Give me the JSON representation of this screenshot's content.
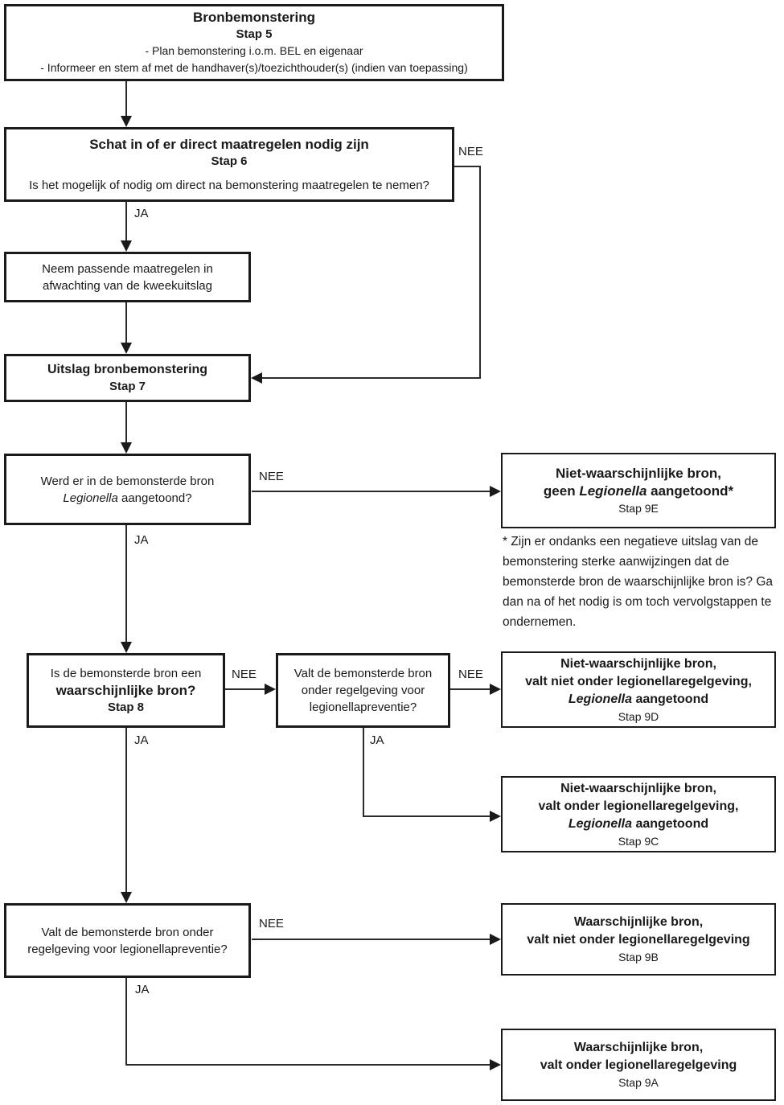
{
  "labels": {
    "ja": "JA",
    "nee": "NEE"
  },
  "colors": {
    "line": "#2b2b2b",
    "border": "#1a1a1a",
    "background": "#ffffff",
    "text": "#1a1a1a"
  },
  "boxes": {
    "step5": {
      "title": "Bronbemonstering",
      "step": "Stap 5",
      "bullet1": "-  Plan bemonstering i.o.m. BEL en eigenaar",
      "bullet2": "- Informeer en stem af met de handhaver(s)/toezichthouder(s) (indien van toepassing)"
    },
    "step6": {
      "title": "Schat in of er direct maatregelen nodig zijn",
      "step": "Stap 6",
      "question": "Is het mogelijk of nodig om direct na bemonstering maatregelen te nemen?"
    },
    "measures": {
      "line1": "Neem passende maatregelen in",
      "line2": "afwachting van de kweekuitslag"
    },
    "step7": {
      "title": "Uitslag bronbemonstering",
      "step": "Stap 7"
    },
    "q_legionella": {
      "line1": "Werd er in de bemonsterde bron",
      "line2_italic": "Legionella",
      "line2_rest": " aangetoond?"
    },
    "step8": {
      "line1": "Is de bemonsterde bron een",
      "line2": "waarschijnlijke bron?",
      "step": "Stap 8"
    },
    "q_regulation_mid": {
      "line1": "Valt de bemonsterde bron",
      "line2": "onder regelgeving voor",
      "line3": "legionellapreventie?"
    },
    "q_regulation_bottom": {
      "line1": "Valt de bemonsterde bron onder",
      "line2": "regelgeving voor legionellapreventie?"
    },
    "step9e": {
      "line1": "Niet-waarschijnlijke bron,",
      "line2_pre": "geen ",
      "line2_italic": "Legionella",
      "line2_post": " aangetoond*",
      "step": "Stap 9E"
    },
    "step9d": {
      "line1": "Niet-waarschijnlijke bron,",
      "line2": "valt niet onder legionellaregelgeving,",
      "line3_italic": "Legionella",
      "line3_rest": " aangetoond",
      "step": "Stap 9D"
    },
    "step9c": {
      "line1": "Niet-waarschijnlijke bron,",
      "line2": "valt onder legionellaregelgeving,",
      "line3_italic": "Legionella",
      "line3_rest": " aangetoond",
      "step": "Stap 9C"
    },
    "step9b": {
      "line1": "Waarschijnlijke bron,",
      "line2": "valt niet onder legionellaregelgeving",
      "step": "Stap 9B"
    },
    "step9a": {
      "line1": "Waarschijnlijke bron,",
      "line2": "valt onder legionellaregelgeving",
      "step": "Stap 9A"
    }
  },
  "footnote": {
    "text": "* Zijn er ondanks een negatieve uitslag van de bemonstering sterke aanwijzingen dat de bemonsterde bron de waarschijnlijke bron is? Ga dan na of het nodig is om toch vervolgstappen te ondernemen."
  }
}
